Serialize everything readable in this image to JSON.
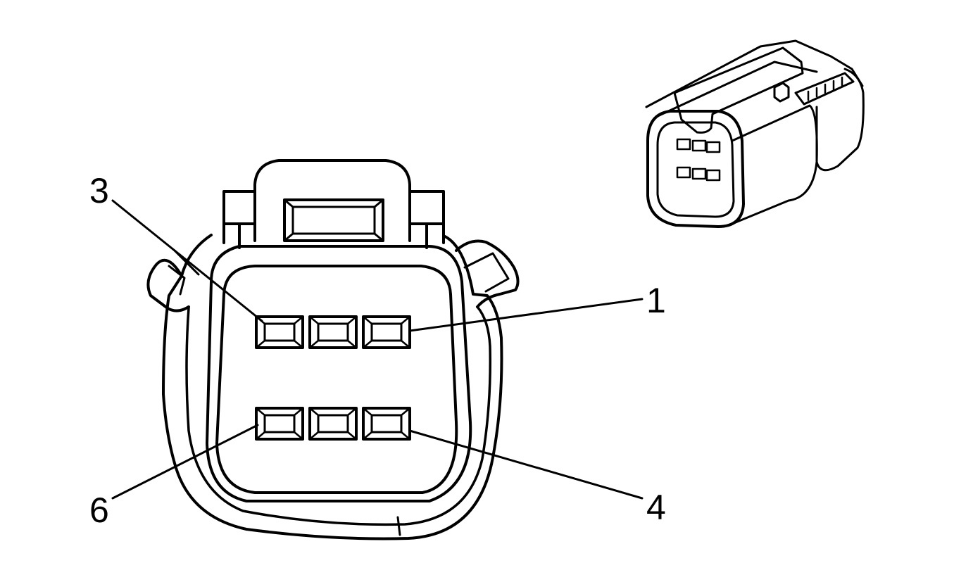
{
  "diagram": {
    "pin_labels": {
      "pin_3": "3",
      "pin_1": "1",
      "pin_6": "6",
      "pin_4": "4"
    },
    "colors": {
      "line": "#000000",
      "background": "#ffffff"
    },
    "main_view": {
      "rows": 2,
      "cavities_per_row": 3
    },
    "inset_view": {
      "rows": 2,
      "cavities_per_row": 3
    }
  }
}
